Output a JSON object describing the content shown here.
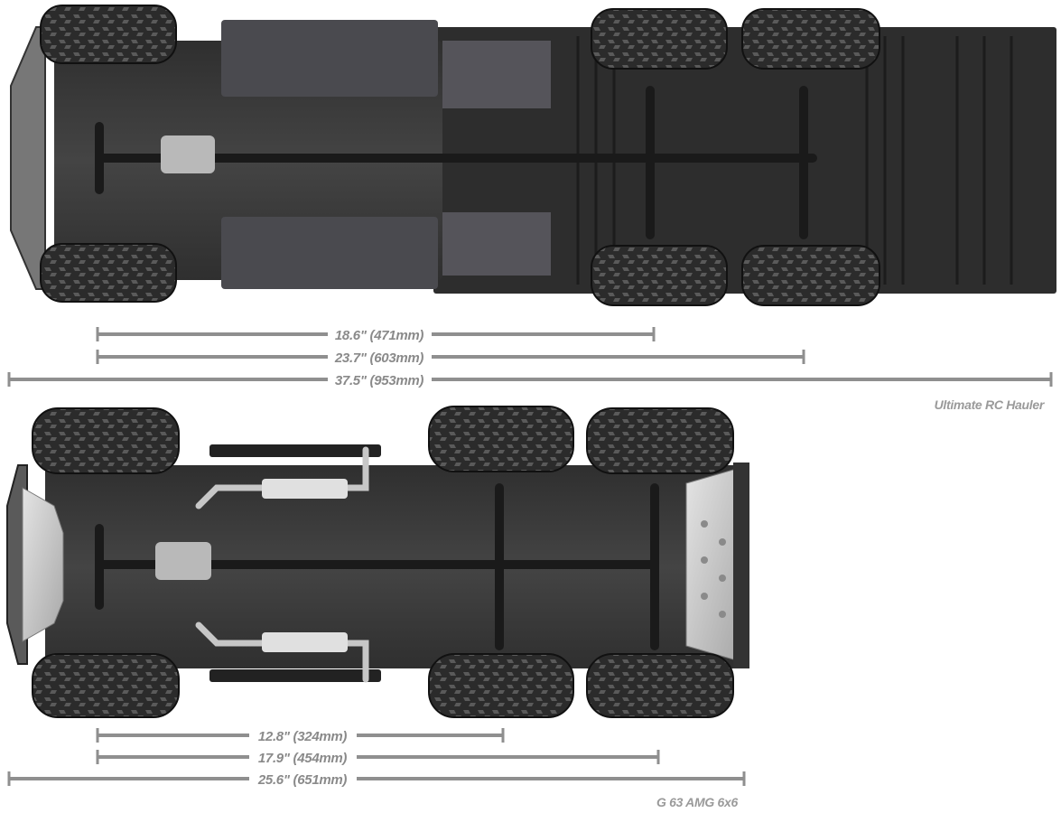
{
  "vehicles": [
    {
      "id": "ultimate",
      "caption": "Ultimate RC Hauler",
      "dimensions": [
        {
          "label": "18.6\" (471mm)"
        },
        {
          "label": "23.7\" (603mm)"
        },
        {
          "label": "37.5\" (953mm)"
        }
      ]
    },
    {
      "id": "g63",
      "caption": "G 63 AMG 6x6",
      "dimensions": [
        {
          "label": "12.8\" (324mm)"
        },
        {
          "label": "17.9\" (454mm)"
        },
        {
          "label": "25.6\" (651mm)"
        }
      ]
    }
  ],
  "colors": {
    "dimension_line": "#8f8f8f",
    "tire": "#2a2a2a",
    "chassis": "#3b3b3b",
    "skid_plate": "#c9c9c9"
  }
}
